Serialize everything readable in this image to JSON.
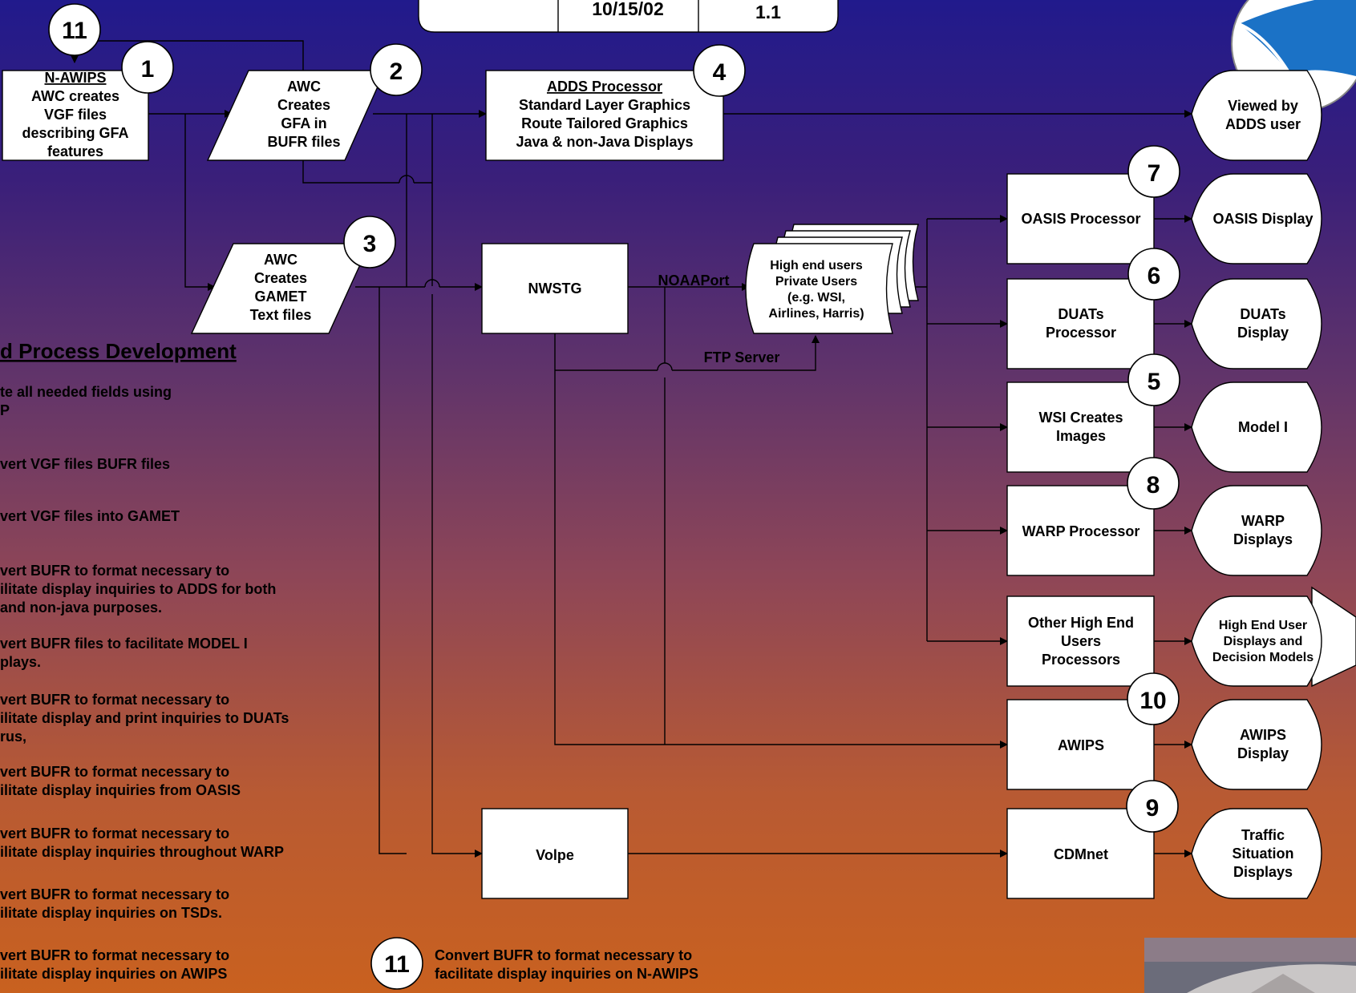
{
  "header": {
    "date": "10/15/02",
    "version": "1.1"
  },
  "steps": {
    "s1": {
      "num": "1",
      "title": "N-AWIPS",
      "lines": [
        "AWC creates",
        "VGF files",
        "describing GFA",
        "features"
      ]
    },
    "s2": {
      "num": "2",
      "lines": [
        "AWC",
        "Creates",
        "GFA in",
        "BUFR  files"
      ]
    },
    "s3": {
      "num": "3",
      "lines": [
        "AWC",
        "Creates",
        "GAMET",
        "Text files"
      ]
    },
    "s4": {
      "num": "4",
      "title": "ADDS Processor",
      "lines": [
        "Standard Layer Graphics",
        "Route Tailored Graphics",
        "Java & non-Java Displays"
      ]
    },
    "s11": {
      "num": "11"
    }
  },
  "nodes": {
    "nwstg": "NWSTG",
    "volpe": "Volpe",
    "noaaport": "NOAAPort",
    "ftp": "FTP Server",
    "high_end": [
      "High end users",
      "Private Users",
      "(e.g. WSI,",
      "Airlines, Harris)"
    ],
    "viewed_adds": [
      "Viewed by",
      "ADDS user"
    ]
  },
  "processors": [
    {
      "num": "7",
      "name": [
        "OASIS Processor"
      ],
      "display": [
        "OASIS Display"
      ]
    },
    {
      "num": "6",
      "name": [
        "DUATs",
        "Processor"
      ],
      "display": [
        "DUATs",
        "Display"
      ]
    },
    {
      "num": "5",
      "name": [
        "WSI Creates",
        "Images"
      ],
      "display": [
        "Model I"
      ]
    },
    {
      "num": "8",
      "name": [
        "WARP Processor"
      ],
      "display": [
        "WARP",
        "Displays"
      ]
    },
    {
      "num": "",
      "name": [
        "Other High End",
        "Users",
        "Processors"
      ],
      "display": [
        "High End User",
        "Displays and",
        "Decision Models"
      ]
    },
    {
      "num": "10",
      "name": [
        "AWIPS"
      ],
      "display": [
        "AWIPS",
        "Display"
      ]
    },
    {
      "num": "9",
      "name": [
        "CDMnet"
      ],
      "display": [
        "Traffic",
        "Situation",
        "Displays"
      ]
    }
  ],
  "legend": {
    "heading": "d Process Development",
    "items": [
      [
        "te all needed fields using",
        "P"
      ],
      [
        "vert VGF files BUFR files"
      ],
      [
        "vert VGF files into GAMET"
      ],
      [
        "vert BUFR to format necessary to",
        "ilitate display inquiries to ADDS for both",
        " and non-java purposes."
      ],
      [
        "vert BUFR files to facilitate MODEL I",
        "plays."
      ],
      [
        "vert BUFR to format necessary to",
        "ilitate display and print inquiries to DUATs",
        "rus,"
      ],
      [
        "vert BUFR to format necessary to",
        "ilitate display inquiries from OASIS"
      ],
      [
        "vert BUFR to format necessary to",
        "ilitate display inquiries throughout WARP"
      ],
      [
        "vert BUFR to format necessary to",
        "ilitate display inquiries on TSDs."
      ],
      [
        "vert BUFR to format necessary to",
        "ilitate display inquiries on AWIPS"
      ]
    ],
    "note11": {
      "num": "11",
      "lines": [
        "Convert BUFR to format necessary to",
        "facilitate display inquiries on N-AWIPS"
      ]
    }
  },
  "colors": {
    "bg_top": "#211a8c",
    "bg_bottom": "#c9611f",
    "logo": "#1b72c6"
  }
}
